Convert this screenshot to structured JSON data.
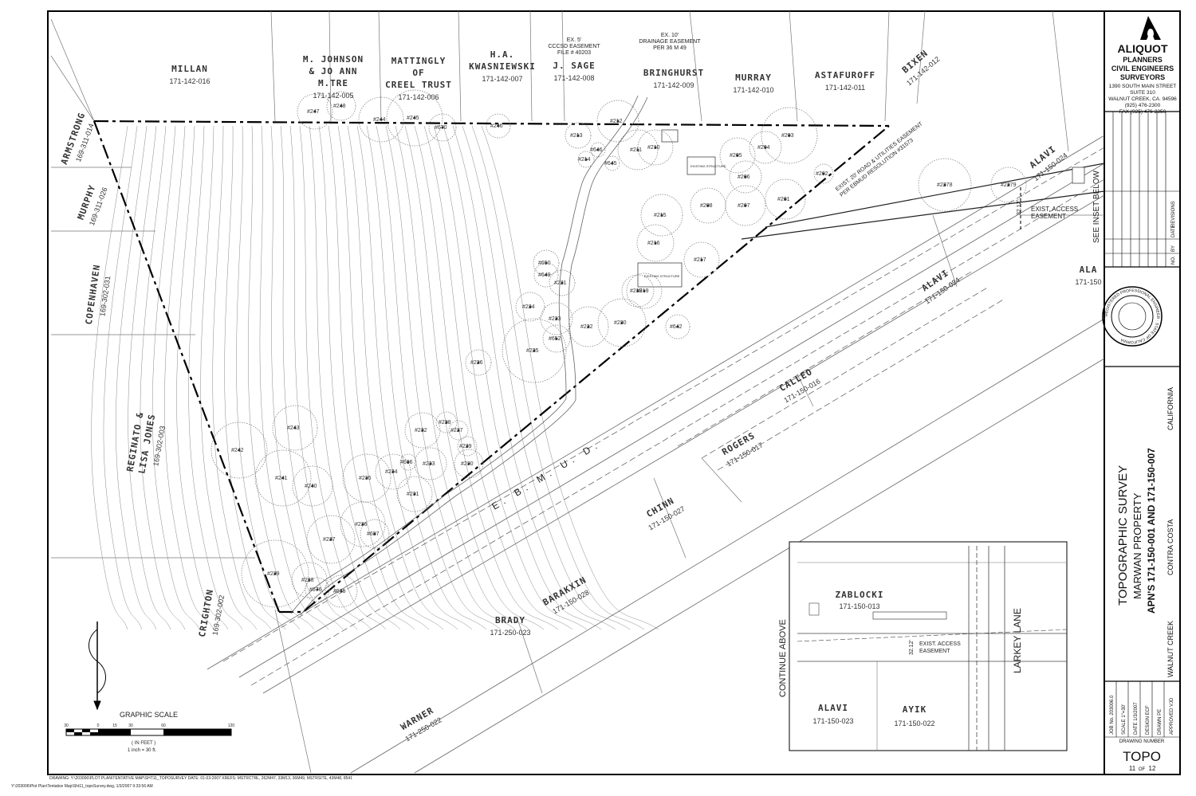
{
  "title_block": {
    "firm_name": "ALIQUOT",
    "firm_lines": [
      "PLANNERS",
      "CIVIL ENGINEERS",
      "SURVEYORS"
    ],
    "address_lines": [
      "1390 SOUTH MAIN STREET",
      "SUITE 310",
      "WALNUT CREEK, CA. 94596",
      "(925) 476-2300",
      "FAX (925) 476-2350"
    ],
    "revisions_header": [
      "NO.",
      "BY",
      "DATE",
      "REVISIONS"
    ],
    "seal_text": "REGISTERED PROFESSIONAL ENGINEER · STATE OF CALIFORNIA",
    "title": "TOPOGRAPHIC SURVEY",
    "subtitle": "MARWAN PROPERTY",
    "apns": "APN'S 171-150-001 AND 171-150-007",
    "city": "WALNUT CREEK",
    "county": "CONTRA COSTA",
    "state": "CALIFORNIA",
    "job_fields": [
      "JOB No. 203006.0",
      "SCALE 1\"=30'",
      "DATE 1/3/2007",
      "DESIGN ECF",
      "DRAWN PE",
      "APPROVED VJD"
    ],
    "drawing_number_label": "DRAWING NUMBER",
    "drawing_number": "TOPO",
    "sheet": "11",
    "sheet_of": "OF",
    "sheet_total": "12"
  },
  "owners": [
    {
      "name": "MILLAN",
      "apn": "171-142-016"
    },
    {
      "name": "M. JOHNSON",
      "name2": "& JO ANN",
      "name3": "M.TRE",
      "apn": "171-142-005"
    },
    {
      "name": "MATTINGLY",
      "name2": "OF",
      "name3": "CREEL TRUST",
      "apn": "171-142-006"
    },
    {
      "name": "H.A.",
      "name2": "KWASNIEWSKI",
      "apn": "171-142-007"
    },
    {
      "name": "J. SAGE",
      "apn": "171-142-008"
    },
    {
      "name": "BRINGHURST",
      "apn": "171-142-009"
    },
    {
      "name": "MURRAY",
      "apn": "171-142-010"
    },
    {
      "name": "ASTAFUROFF",
      "apn": "171-142-011"
    },
    {
      "name": "BIXEN",
      "apn": "171-142-012"
    },
    {
      "name": "ALAVI",
      "apn": "171-150-024"
    },
    {
      "name": "ALAVI",
      "apn": "171-150-024"
    },
    {
      "name": "ALA",
      "apn": "171-150"
    },
    {
      "name": "CALLEO",
      "apn": "171-150-016"
    },
    {
      "name": "ROGERS",
      "apn": "171-150-017"
    },
    {
      "name": "CHINN",
      "apn": "171-150-027"
    },
    {
      "name": "BARAKXIN",
      "apn": "171-150-028"
    },
    {
      "name": "BRADY",
      "apn": "171-250-023"
    },
    {
      "name": "WARNER",
      "apn": "171-250-022"
    },
    {
      "name": "CRIGHTON",
      "apn": "169-302-002"
    },
    {
      "name": "REGINATO &",
      "name2": "LISA JONES",
      "apn": "169-302-003"
    },
    {
      "name": "COPENHAVEN",
      "apn": "169-302-031"
    },
    {
      "name": "MURPHY",
      "apn": "169-311-026"
    },
    {
      "name": "ARMSTRONG",
      "apn": "169-311-014"
    }
  ],
  "annotations": {
    "ccc_easement": [
      "EX. 5'",
      "CCCSD EASEMENT",
      "FILE # 40203"
    ],
    "drainage_easement": [
      "EX. 10'",
      "DRAINAGE EASEMENT",
      "PER 36 M 49"
    ],
    "road_easement": [
      "EXIST. 20' ROAD & UTILITIES EASEMENT",
      "PER EBMUD RESOLUTION #31573"
    ],
    "access_easement": [
      "EXIST. ACCESS",
      "EASEMENT"
    ],
    "ebmud": "E. B. M. U. D.",
    "see_inset": "SEE INSET BELOW",
    "dim_3212": "32.12'",
    "existing_structure": "EXISTING STRUCTURE",
    "graphic_scale": "GRAPHIC SCALE",
    "scale_units": "( IN FEET )",
    "scale_ratio": "1 inch = 30 ft.",
    "scale_ticks": [
      "30",
      "0",
      "15",
      "30",
      "60",
      "120"
    ],
    "footer1": "DRAWING: Y:\\203006\\PLOT PLAN\\TENTATIVE MAP\\SHT11_TOPOSURVEY  DATE: 01-03-2007  XREFS: MSTRCTRL, 262M47, 33M13, 36M49, MSTRSITE, 43M48, 8541",
    "footer2": "Y:\\203006\\Plot Plan\\Tentative Map\\Sht11_topoSurvey.dwg, 1/3/2007 9:33:56 AM"
  },
  "inset": {
    "owners": [
      {
        "name": "ZABLOCKI",
        "apn": "171-150-013"
      },
      {
        "name": "ALAVI",
        "apn": "171-150-023"
      },
      {
        "name": "AYIK",
        "apn": "171-150-022"
      }
    ],
    "street": "LARKEY LANE",
    "continue": "CONTINUE ABOVE",
    "easement": [
      "EXIST. ACCESS",
      "EASEMENT"
    ],
    "dim": "32.12'"
  },
  "trees": [
    "#247",
    "#248",
    "#244",
    "#245",
    "#670",
    "#246",
    "#213",
    "#212",
    "#211",
    "#210",
    "#214",
    "#646",
    "#645",
    "#205",
    "#204",
    "#203",
    "#206",
    "#202",
    "#208",
    "#207",
    "#201",
    "#2278",
    "#2279",
    "#215",
    "#216",
    "#217",
    "#650",
    "#649",
    "#221",
    "#224",
    "#223",
    "#222",
    "#652",
    "#225",
    "#219",
    "#218",
    "#220",
    "#642",
    "#226",
    "#243",
    "#242",
    "#241",
    "#240",
    "#235",
    "#228",
    "#227",
    "#229",
    "#232",
    "#233",
    "#234",
    "#230",
    "#231",
    "#236",
    "#237",
    "#239",
    "#238",
    "#675",
    "#676",
    "#686",
    "#687"
  ]
}
